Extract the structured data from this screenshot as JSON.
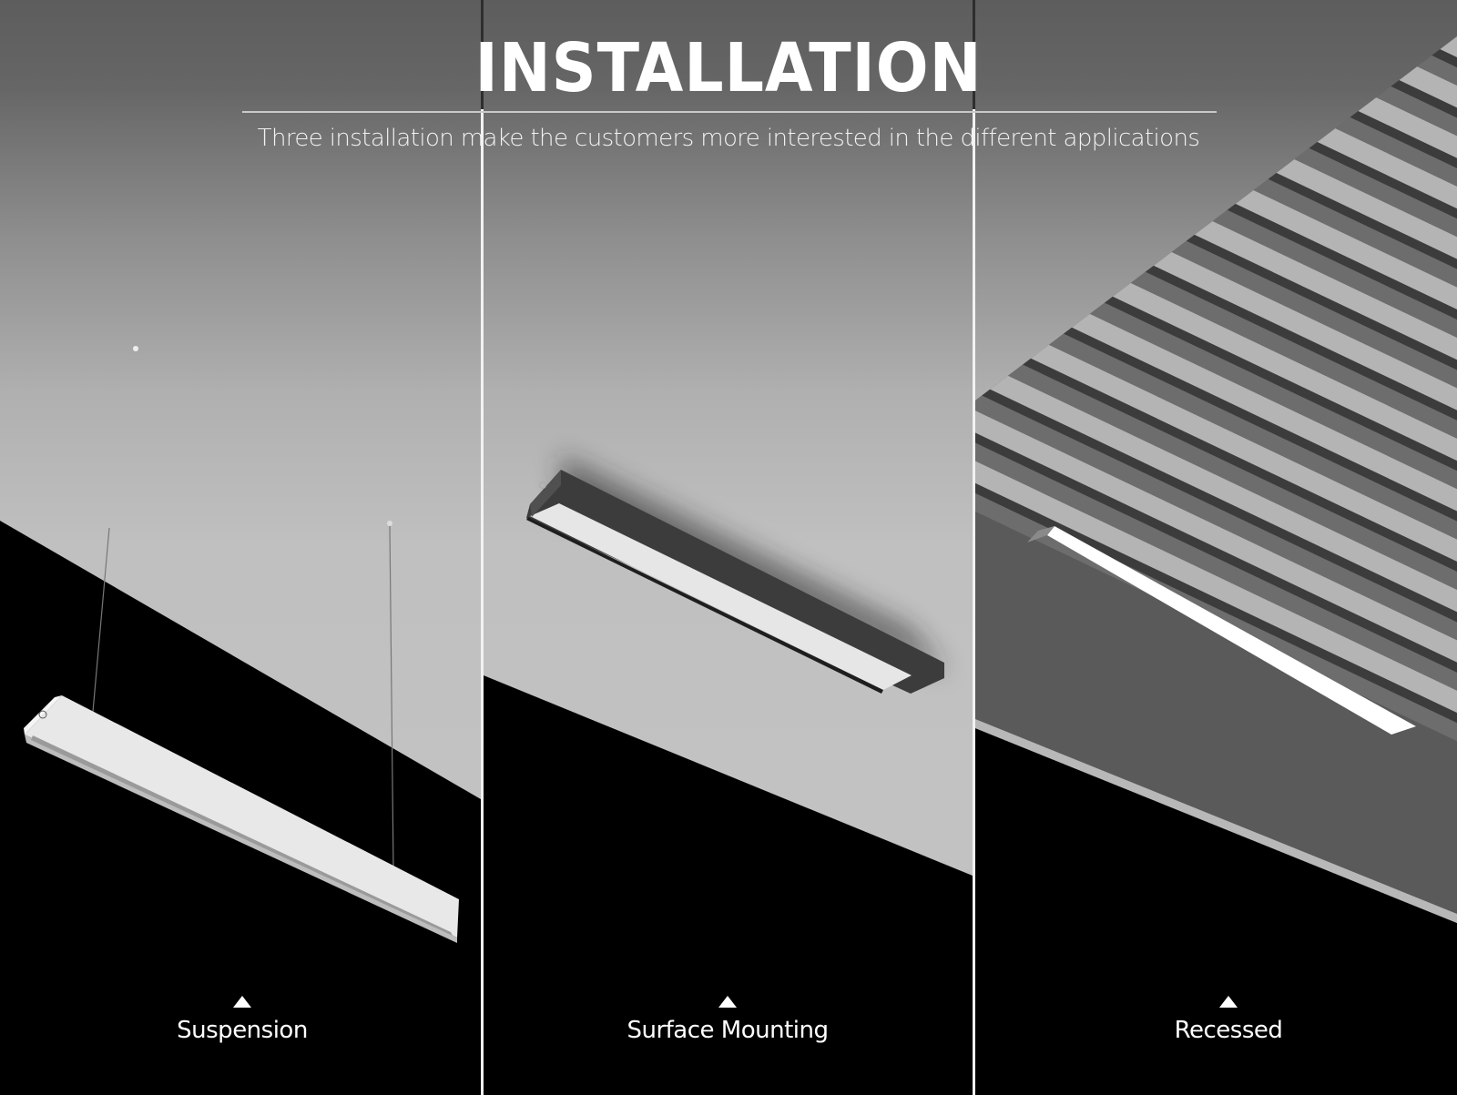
{
  "header": {
    "title": "INSTALLATION",
    "subtitle": "Three installation make the customers more interested in the different applications"
  },
  "panels": [
    {
      "id": "suspension",
      "label": "Suspension",
      "marker_icon": "triangle-up-icon"
    },
    {
      "id": "surface",
      "label": "Surface Mounting",
      "marker_icon": "triangle-up-icon"
    },
    {
      "id": "recessed",
      "label": "Recessed",
      "marker_icon": "triangle-up-icon"
    }
  ],
  "colors": {
    "background_top": "#5e5e5e",
    "ceiling": "#c2c2c2",
    "floor": "#000000",
    "text": "#ffffff",
    "divider": "#ffffff"
  }
}
